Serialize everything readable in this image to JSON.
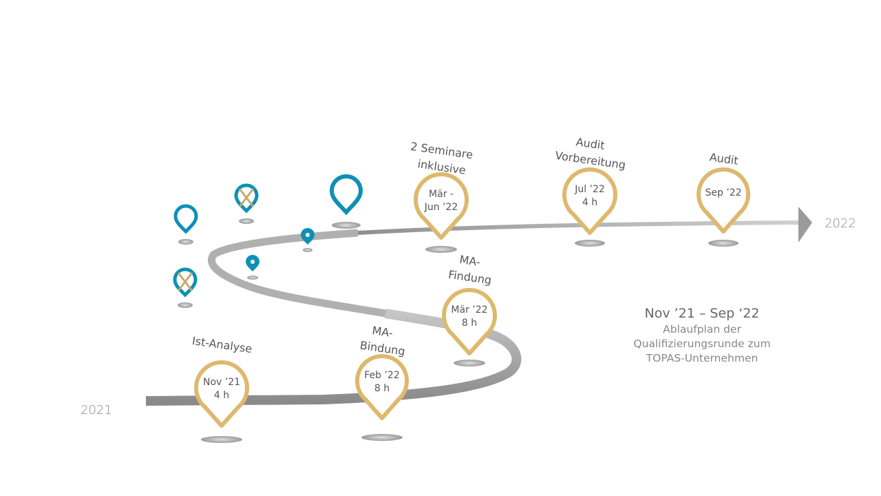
{
  "diagram": {
    "start_year": "2021",
    "end_year": "2022",
    "milestones": [
      {
        "id": "ist-analyse",
        "label": [
          "Ist-Analyse"
        ],
        "date": "Nov ’21",
        "hours": "4 h"
      },
      {
        "id": "ma-bindung",
        "label": [
          "MA-",
          "Bindung"
        ],
        "date": "Feb ’22",
        "hours": "8 h"
      },
      {
        "id": "ma-findung",
        "label": [
          "MA-",
          "Findung"
        ],
        "date": "Mär ’22",
        "hours": "8 h"
      },
      {
        "id": "seminare",
        "label": [
          "2 Seminare",
          "inklusive"
        ],
        "date": "Mär -",
        "hours": "Jun ’22"
      },
      {
        "id": "audit-vorbereitung",
        "label": [
          "Audit",
          "Vorbereitung"
        ],
        "date": "Jul ’22",
        "hours": "4 h"
      },
      {
        "id": "audit",
        "label": [
          "Audit"
        ],
        "date": "Sep ’22",
        "hours": ""
      }
    ],
    "summary": {
      "title": "Nov ’21 – Sep ‘22",
      "lines": [
        "Ablaufplan der",
        "Qualifizierungsrunde zum",
        "TOPAS-Unternehmen"
      ]
    },
    "colors": {
      "gold": "#DDB96E",
      "teal": "#0E90B5",
      "road": "#A9A9A9",
      "text": "#555555"
    },
    "decor_icons": [
      "map-pin-icon",
      "map-pin-crossed-icon"
    ]
  }
}
